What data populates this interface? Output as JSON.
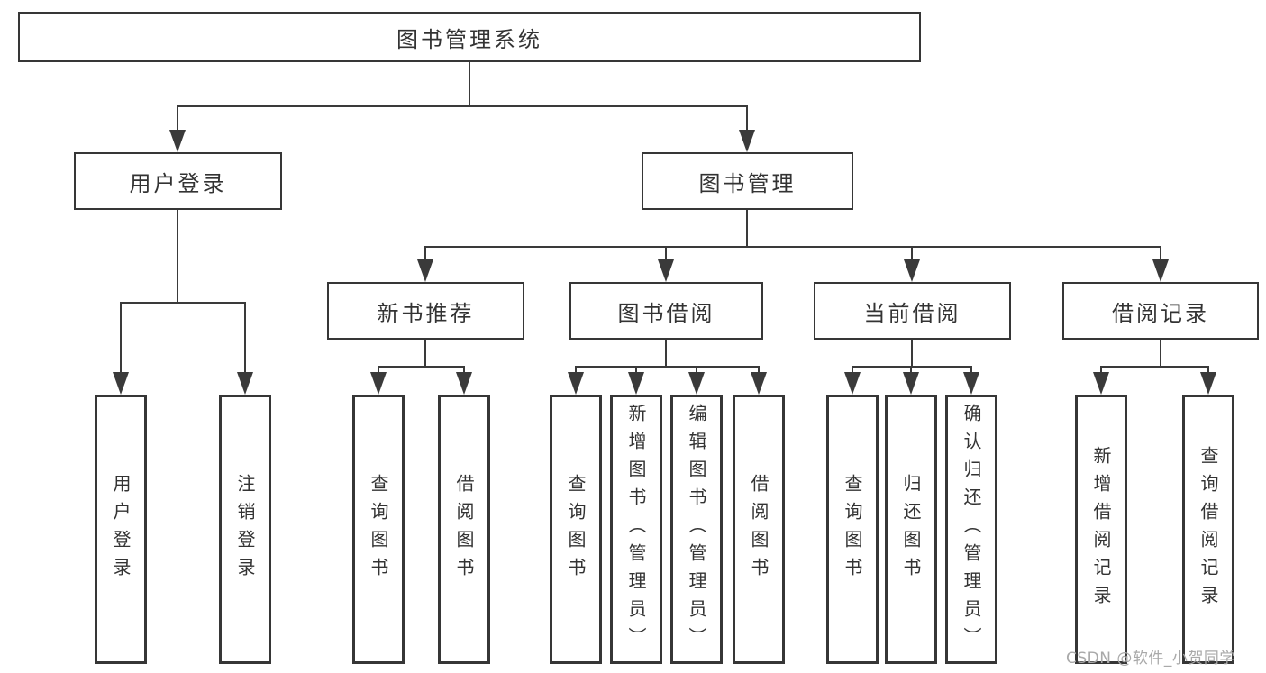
{
  "diagram": {
    "tree": {
      "label": "图书管理系统",
      "children": [
        {
          "label": "用户登录",
          "children": [
            {
              "label": "用户登录"
            },
            {
              "label": "注销登录"
            }
          ]
        },
        {
          "label": "图书管理",
          "children": [
            {
              "label": "新书推荐",
              "children": [
                {
                  "label": "查询图书"
                },
                {
                  "label": "借阅图书"
                }
              ]
            },
            {
              "label": "图书借阅",
              "children": [
                {
                  "label": "查询图书"
                },
                {
                  "label": "新增图书（管理员）"
                },
                {
                  "label": "编辑图书（管理员）"
                },
                {
                  "label": "借阅图书"
                }
              ]
            },
            {
              "label": "当前借阅",
              "children": [
                {
                  "label": "查询图书"
                },
                {
                  "label": "归还图书"
                },
                {
                  "label": "确认归还（管理员）"
                }
              ]
            },
            {
              "label": "借阅记录",
              "children": [
                {
                  "label": "新增借阅记录"
                },
                {
                  "label": "查询借阅记录"
                }
              ]
            }
          ]
        }
      ]
    }
  },
  "watermark": "CSDN @软件_小贺同学",
  "colors": {
    "line": "#3a3a3a",
    "box_border": "#363636",
    "text": "#333333",
    "watermark": "#a9a9a9",
    "background": "#ffffff"
  }
}
